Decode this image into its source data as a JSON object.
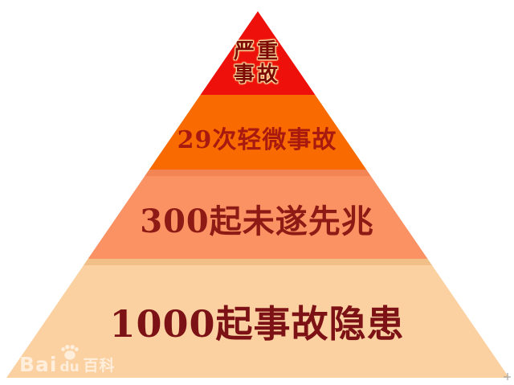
{
  "diagram": {
    "type": "pyramid",
    "subject": "accident-severity-pyramid",
    "levels": [
      {
        "label": "严重事故",
        "lines": [
          "严重",
          "事故"
        ],
        "color": "#ee100a",
        "text_color": "#7d0a04",
        "text_glow": "#ffe9a8"
      },
      {
        "label": "29次轻微事故",
        "value": 29,
        "color": "#f96b00",
        "text_color": "#a81a0f"
      },
      {
        "label": "300起未遂先兆",
        "value": 300,
        "color": "#fa9264",
        "text_color": "#8e1a15"
      },
      {
        "label": "1000起事故隐患",
        "value": 1000,
        "color": "#fbd1a1",
        "text_color": "#7c1216"
      }
    ]
  },
  "watermark": {
    "brand_prefix": "Bai",
    "brand_mid": "du",
    "suffix": "百科",
    "icon": "baidu-paw-icon",
    "color": "rgba(255,255,255,0.62)"
  }
}
